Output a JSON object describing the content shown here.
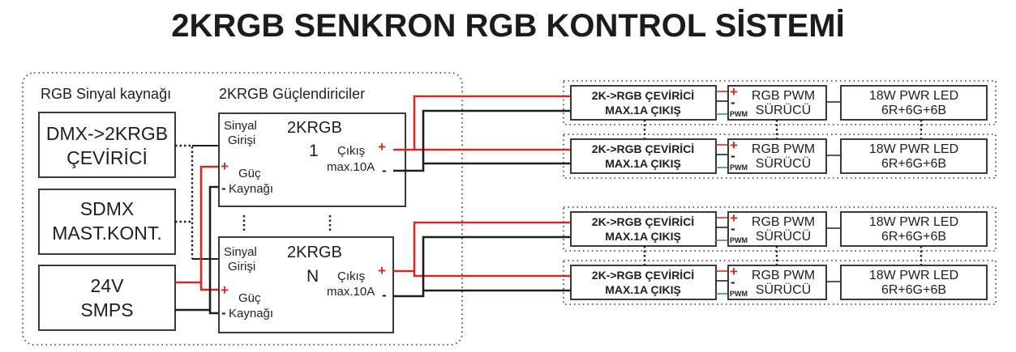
{
  "title": "2KRGB SENKRON RGB KONTROL SİSTEMİ",
  "colors": {
    "positive_wire": "#d42a22",
    "negative_wire": "#1e1e1e",
    "pwm_wire": "#2e9a6e"
  },
  "left_section": {
    "source_heading": "RGB Sinyal kaynağı",
    "amplifier_heading": "2KRGB Güçlendiriciler",
    "sources": [
      {
        "line1": "DMX->2KRGB",
        "line2": "ÇEVİRİCİ"
      },
      {
        "line1": "SDMX",
        "line2": "MAST.KONT."
      },
      {
        "line1": "24V",
        "line2": "SMPS"
      }
    ],
    "amplifiers": [
      {
        "name": "2KRGB",
        "index": "1",
        "signal_label_1": "Sinyal",
        "signal_label_2": "Girişi",
        "power_label_1": "Güç",
        "power_label_2": "Kaynağı",
        "output_label_1": "Çıkış",
        "output_label_2": "max.10A"
      },
      {
        "name": "2KRGB",
        "index": "N",
        "signal_label_1": "Sinyal",
        "signal_label_2": "Girişi",
        "power_label_1": "Güç",
        "power_label_2": "Kaynağı",
        "output_label_1": "Çıkış",
        "output_label_2": "max.10A"
      }
    ],
    "plus_symbol": "+",
    "minus_symbol": "-"
  },
  "right_section": {
    "chains": [
      {
        "converter_1": "2K->RGB ÇEVİRİCİ",
        "converter_2": "MAX.1A ÇIKIŞ",
        "driver_1": "RGB PWM",
        "driver_2": "SÜRÜCÜ",
        "pwm_label": "PWM",
        "led_1": "18W PWR LED",
        "led_2": "6R+6G+6B"
      },
      {
        "converter_1": "2K->RGB ÇEVİRİCİ",
        "converter_2": "MAX.1A ÇIKIŞ",
        "driver_1": "RGB PWM",
        "driver_2": "SÜRÜCÜ",
        "pwm_label": "PWM",
        "led_1": "18W PWR LED",
        "led_2": "6R+6G+6B"
      },
      {
        "converter_1": "2K->RGB ÇEVİRİCİ",
        "converter_2": "MAX.1A ÇIKIŞ",
        "driver_1": "RGB PWM",
        "driver_2": "SÜRÜCÜ",
        "pwm_label": "PWM",
        "led_1": "18W PWR LED",
        "led_2": "6R+6G+6B"
      },
      {
        "converter_1": "2K->RGB ÇEVİRİCİ",
        "converter_2": "MAX.1A ÇIKIŞ",
        "driver_1": "RGB PWM",
        "driver_2": "SÜRÜCÜ",
        "pwm_label": "PWM",
        "led_1": "18W PWR LED",
        "led_2": "6R+6G+6B"
      }
    ]
  }
}
